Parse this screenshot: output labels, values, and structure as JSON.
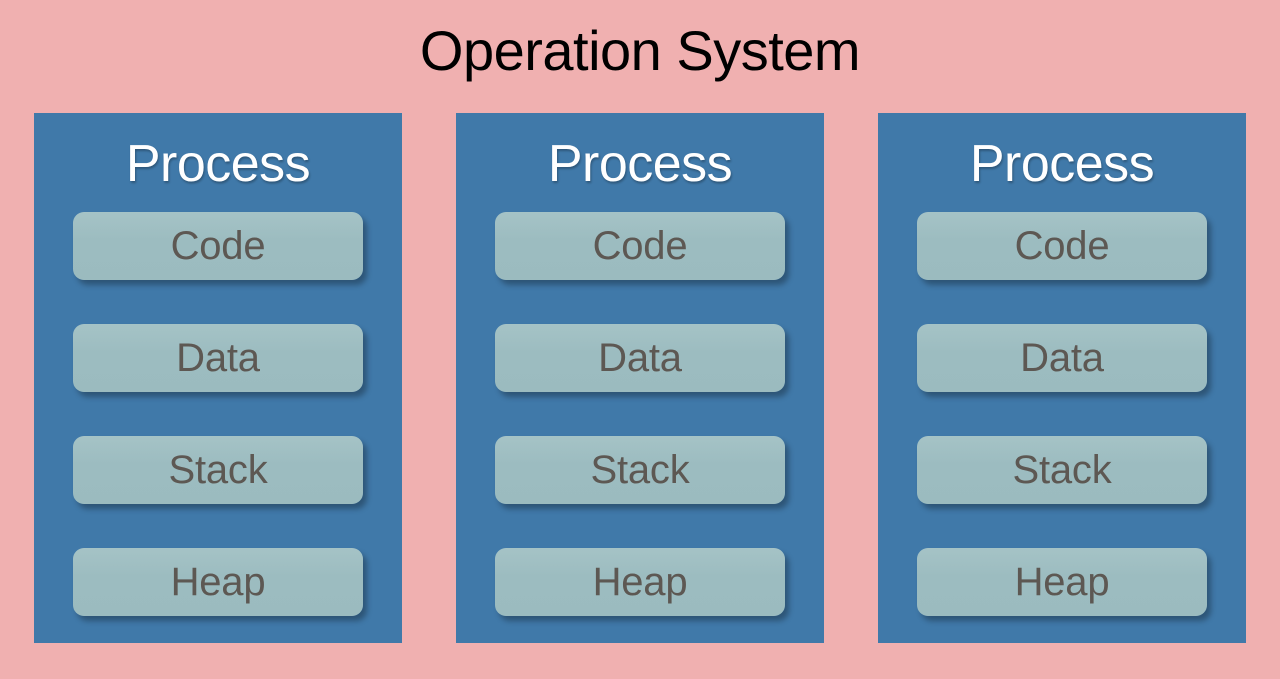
{
  "diagram": {
    "title": "Operation System",
    "background_color": "#F0B0B0",
    "process_box_color": "#4079A9",
    "segment_color": "#9CBCC0",
    "title_color": "#000000",
    "process_title_color": "#FFFFFF",
    "segment_label_color": "#5D5853",
    "processes": [
      {
        "title": "Process",
        "segments": [
          {
            "label": "Code"
          },
          {
            "label": "Data"
          },
          {
            "label": "Stack"
          },
          {
            "label": "Heap"
          }
        ]
      },
      {
        "title": "Process",
        "segments": [
          {
            "label": "Code"
          },
          {
            "label": "Data"
          },
          {
            "label": "Stack"
          },
          {
            "label": "Heap"
          }
        ]
      },
      {
        "title": "Process",
        "segments": [
          {
            "label": "Code"
          },
          {
            "label": "Data"
          },
          {
            "label": "Stack"
          },
          {
            "label": "Heap"
          }
        ]
      }
    ]
  }
}
